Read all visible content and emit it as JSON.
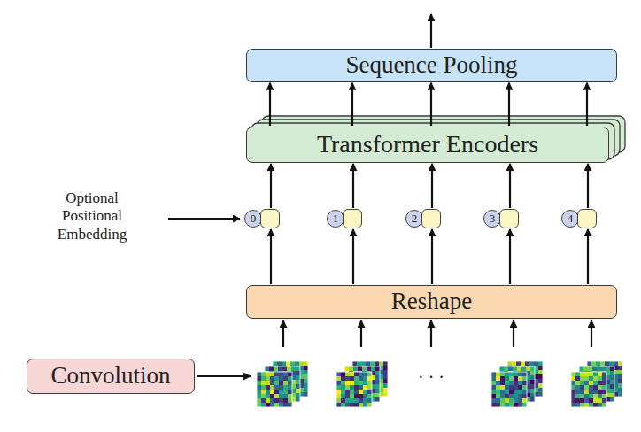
{
  "diagram": {
    "nodes": [
      {
        "text": [
          "Sequence Pooling"
        ]
      },
      {
        "text": [
          "Transformer Encoders"
        ]
      },
      {
        "text": [
          "0"
        ]
      },
      {
        "text": [
          "1"
        ]
      },
      {
        "text": [
          "2"
        ]
      },
      {
        "text": [
          "3"
        ]
      },
      {
        "text": [
          "4"
        ]
      },
      {
        "text": [
          "Reshape"
        ]
      },
      {
        "text": [
          "Convolution"
        ]
      }
    ],
    "edges": [
      {
        "from": 1,
        "to": 0,
        "arrow": "to"
      },
      {
        "from": 1,
        "to": 0,
        "arrow": "to"
      },
      {
        "from": 1,
        "to": 0,
        "arrow": "to"
      },
      {
        "from": 1,
        "to": 0,
        "arrow": "to"
      },
      {
        "from": 1,
        "to": 0,
        "arrow": "to"
      },
      {
        "from": 2,
        "to": 1,
        "arrow": "to"
      },
      {
        "from": 3,
        "to": 1,
        "arrow": "to"
      },
      {
        "from": 4,
        "to": 1,
        "arrow": "to"
      },
      {
        "from": 5,
        "to": 1,
        "arrow": "to"
      },
      {
        "from": 6,
        "to": 1,
        "arrow": "to"
      },
      {
        "from": 7,
        "to": 2,
        "arrow": "to"
      },
      {
        "from": 7,
        "to": 3,
        "arrow": "to"
      },
      {
        "from": 7,
        "to": 4,
        "arrow": "to"
      },
      {
        "from": 7,
        "to": 5,
        "arrow": "to"
      },
      {
        "from": 7,
        "to": 6,
        "arrow": "to"
      }
    ],
    "labels": [
      "Optional Positional Embedding",
      "· · ·"
    ]
  }
}
